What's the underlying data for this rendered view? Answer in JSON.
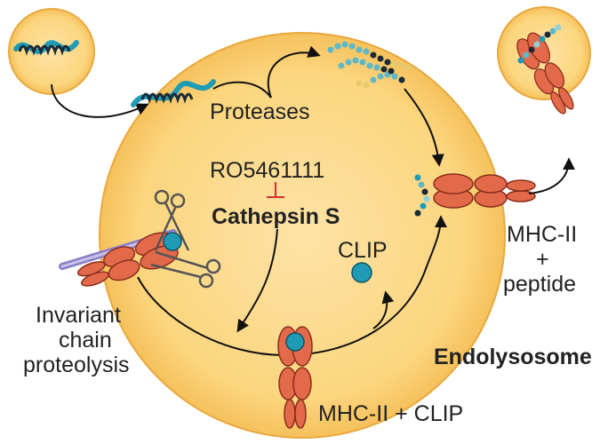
{
  "labels": {
    "proteases": "Proteases",
    "drug": "RO5461111",
    "cathepsin": "Cathepsin S",
    "clip": "CLIP",
    "invariant_chain_1": "Invariant",
    "invariant_chain_2": "chain",
    "invariant_chain_3": "proteolysis",
    "mhc_clip": "MHC-II + CLIP",
    "mhc_peptide_1": "MHC-II",
    "mhc_peptide_2": "+",
    "mhc_peptide_3": "peptide",
    "compartment": "Endolysosome"
  },
  "colors": {
    "vesicle_fill": "#fcd782",
    "vesicle_stroke": "#e8a93e",
    "mhc_fill": "#e2694a",
    "mhc_stroke": "#8a2e1b",
    "clip_fill": "#1f9bb6",
    "inhibition": "#d32f2f",
    "invariant_chain": "#8a7ec7",
    "text": "#222222"
  }
}
